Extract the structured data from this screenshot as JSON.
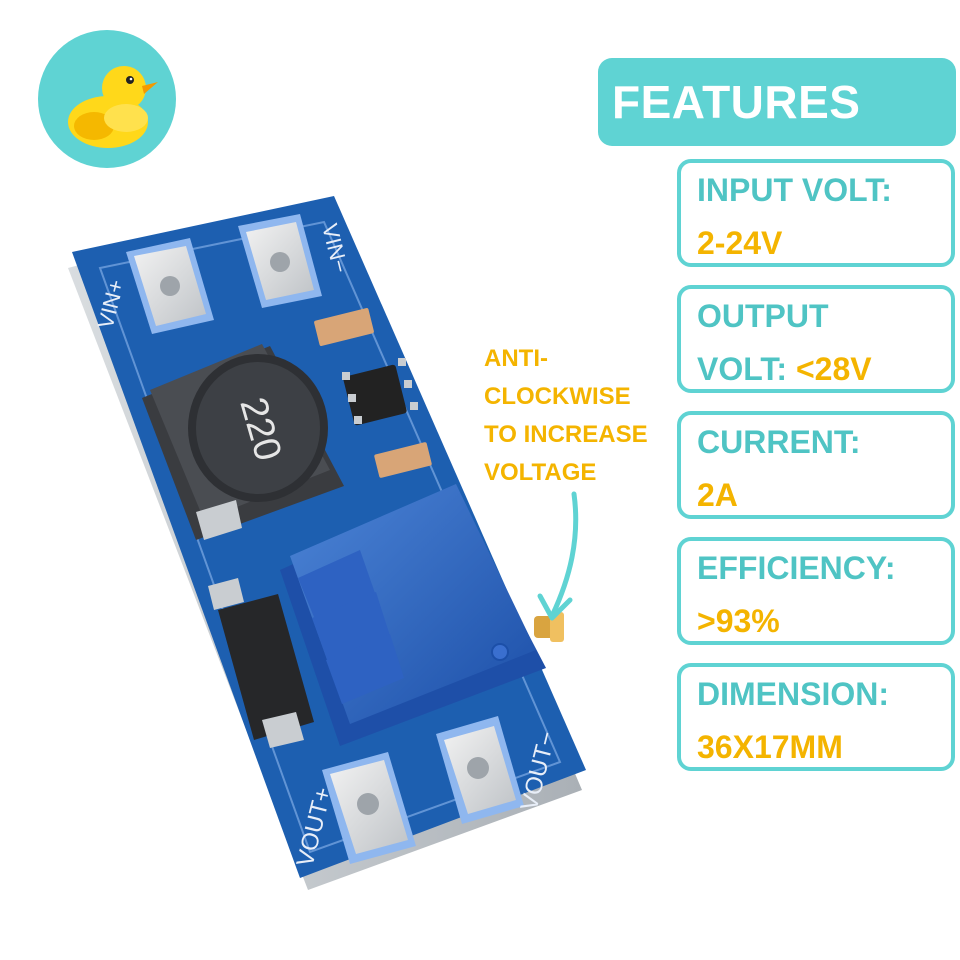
{
  "logo": {
    "icon": "duck-icon",
    "bg_color": "#5fd3d3"
  },
  "board": {
    "labels": {
      "vin_plus": "VIN+",
      "vin_minus": "VIN−",
      "vout_plus": "VOUT+",
      "vout_minus": "VOUT−",
      "inductor": "220"
    },
    "board_color": "#1d5fb0"
  },
  "annotation": {
    "lines": [
      "ANTI-",
      "CLOCKWISE",
      "TO INCREASE",
      "VOLTAGE"
    ],
    "color": "#f4b400"
  },
  "features": {
    "title": "FEATURES",
    "accent_color": "#5fd3d3",
    "value_color": "#f4b400",
    "cards": [
      {
        "label": "INPUT VOLT:",
        "value": "2-24V"
      },
      {
        "label_line1": "OUTPUT",
        "label_line2": "VOLT:",
        "value": "<28V"
      },
      {
        "label": "CURRENT:",
        "value": "2A"
      },
      {
        "label": "EFFICIENCY:",
        "value": ">93%"
      },
      {
        "label": "DIMENSION:",
        "value": "36X17MM"
      }
    ]
  }
}
